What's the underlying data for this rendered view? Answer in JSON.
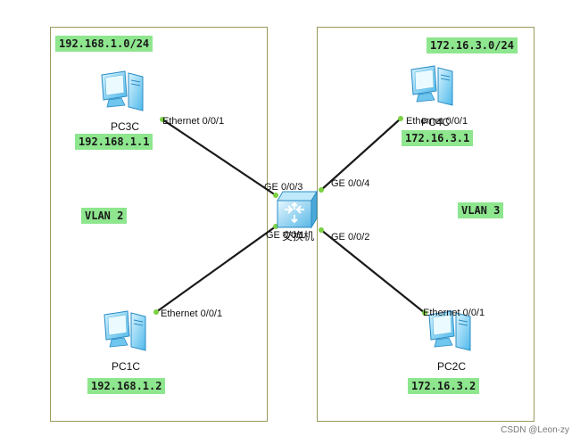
{
  "zones": {
    "left": {
      "subnet": "192.168.1.0/24",
      "vlan": "VLAN 2"
    },
    "right": {
      "subnet": "172.16.3.0/24",
      "vlan": "VLAN 3"
    }
  },
  "switch": {
    "name": "交换机",
    "ports": {
      "ge3": "GE 0/0/3",
      "ge1": "GE 0/0/1",
      "ge4": "GE 0/0/4",
      "ge2": "GE 0/0/2"
    }
  },
  "pcs": {
    "pc3c": {
      "name": "PC3C",
      "ip": "192.168.1.1",
      "port": "Ethernet 0/0/1"
    },
    "pc1c": {
      "name": "PC1C",
      "ip": "192.168.1.2",
      "port": "Ethernet 0/0/1"
    },
    "pc4c": {
      "name": "PC4C",
      "ip": "172.16.3.1",
      "port": "Ethernet 0/0/1"
    },
    "pc2c": {
      "name": "PC2C",
      "ip": "172.16.3.2",
      "port": "Ethernet 0/0/1"
    }
  },
  "colors": {
    "tag_bg": "#8ee68e",
    "port_dot": "#7bd142",
    "link": "#1a1a1a",
    "zone_border": "#9a9a5c"
  },
  "icons": {
    "pc": "desktop-computer-icon",
    "switch": "network-switch-icon"
  },
  "watermark": "CSDN @Leon-zy"
}
